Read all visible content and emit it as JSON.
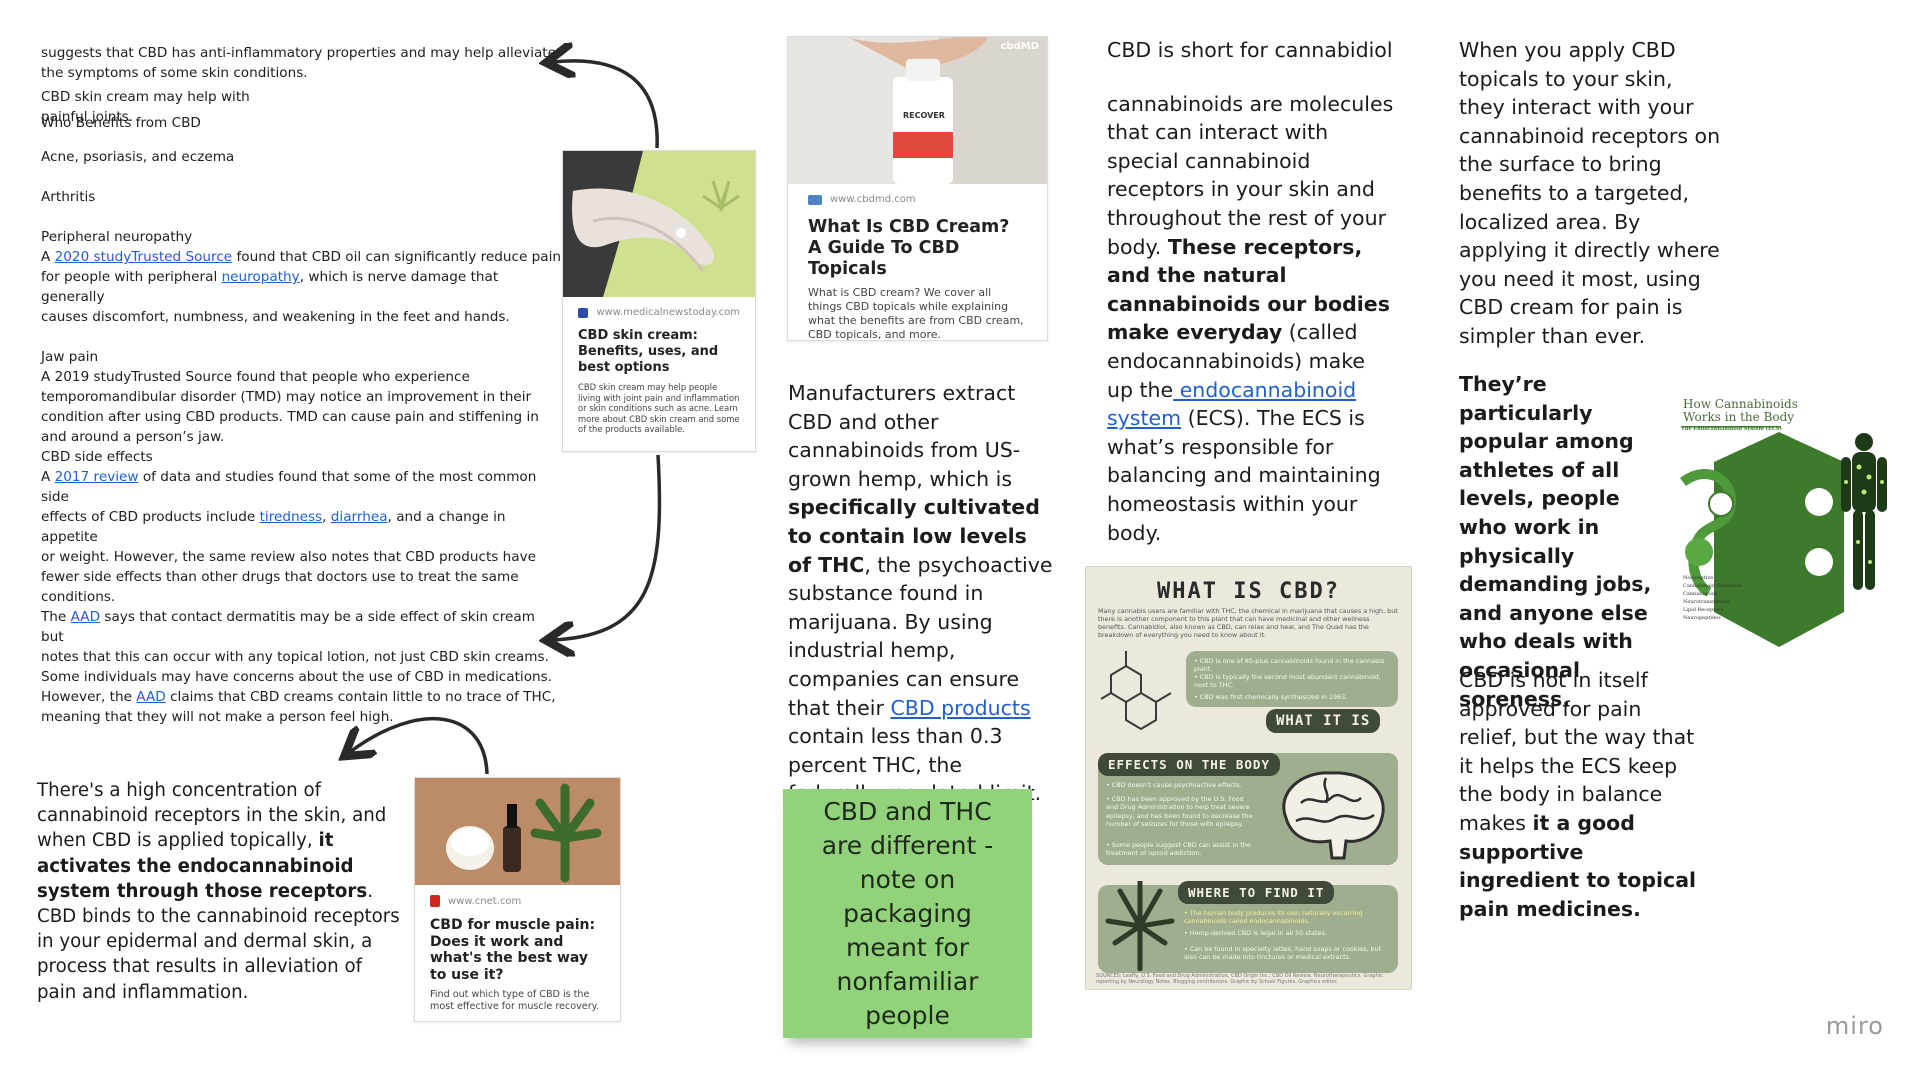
{
  "board": {
    "watermark": "miro"
  },
  "article_left": {
    "line_1": "suggests that CBD has anti-inflammatory properties and may help alleviate",
    "line_2": "the symptoms of some skin conditions.",
    "cream_line_1": "CBD skin cream may help with",
    "cream_line_2": "painful joints.",
    "who_benefits": "Who Benefits from CBD",
    "acne": "Acne, psoriasis, and eczema",
    "arthritis": "Arthritis",
    "neuropathy_heading": "Peripheral neuropathy",
    "np_a": "A ",
    "np_link": "2020 studyTrusted Source",
    "np_b": " found that CBD oil can significantly reduce pain",
    "np_c": "for people with peripheral ",
    "np_link2": "neuropathy",
    "np_d": ", which is nerve damage that generally",
    "np_e": "causes discomfort, numbness, and weakening in the feet and hands.",
    "jaw_heading": "Jaw pain",
    "jaw_1": "A 2019 studyTrusted Source found that people who experience",
    "jaw_2": "temporomandibular disorder (TMD) may notice an improvement in their",
    "jaw_3": "condition after using CBD products. TMD can cause pain and stiffening in",
    "jaw_4": "and around a person’s jaw.",
    "side_heading": "CBD side effects",
    "se_a": "A ",
    "se_link": "2017 review",
    "se_b": " of data and studies found that some of the most common side",
    "se_c": "effects of CBD products include ",
    "se_link2": "tiredness",
    "se_comma": ", ",
    "se_link3": "diarrhea",
    "se_d": ", and a change in appetite",
    "se_e": "or weight. However, the same review also notes that CBD products have",
    "se_f": "fewer side effects than other drugs that doctors use to treat the same",
    "se_g": "conditions.",
    "aad_a": "The ",
    "aad_link": "AAD",
    "aad_b": " says that contact dermatitis may be a side effect of skin cream but",
    "aad_c": "notes that this can occur with any topical lotion, not just CBD skin creams.",
    "aad_d": "Some individuals may have concerns about the use of CBD in medications.",
    "aad_e": "However, the ",
    "aad_link2": "AAD",
    "aad_f": " claims that CBD creams contain little to no trace of THC,",
    "aad_g": "meaning that they will not make a person feel high."
  },
  "card_mnt": {
    "source": "www.medicalnewstoday.com",
    "title": "CBD skin cream: Benefits, uses, and best options",
    "description": "CBD skin cream may help people living with joint pain and inflammation or skin conditions such as acne. Learn more about CBD skin cream and some of the products available."
  },
  "card_cbdmd": {
    "brand": "cbdMD",
    "product_label": "RECOVER",
    "source": "www.cbdmd.com",
    "title": "What Is CBD Cream? A Guide To CBD Topicals",
    "description": "What is CBD cream? We cover all things CBD topicals while explaining what the benefits are from CBD cream, CBD topicals, and more."
  },
  "card_cnet": {
    "source": "www.cnet.com",
    "title": "CBD for muscle pain: Does it work and what's the best way to use it?",
    "description": "Find out which type of CBD is the most effective for muscle recovery."
  },
  "receptors_text": {
    "a": "There's a high concentration of cannabinoid receptors in the skin, and when CBD is applied topically, ",
    "b": "it activates the endocannabinoid system through those receptors",
    "c": ". CBD binds to the cannabinoid receptors in your epidermal and dermal skin, a process that results in alleviation of pain and inflammation."
  },
  "manufacturers_text": {
    "a": "Manufacturers extract CBD and other cannabinoids from US-grown hemp, which is ",
    "b": "specifically cultivated to contain low levels of THC",
    "c": ", the psychoactive substance found in marijuana. By using industrial hemp, companies can ensure that their ",
    "link": "CBD products",
    "d": " contain less than 0.3 percent THC, the federally regulated limit."
  },
  "sticky_note": {
    "text": "CBD and THC are different - note on packaging meant for nonfamiliar people"
  },
  "cbd_intro": {
    "short": "CBD is short for cannabidiol",
    "a": "cannabinoids are molecules that can interact with special cannabinoid receptors in your skin and throughout the rest of your body. ",
    "b": "These receptors, and the natural cannabinoids our bodies make everyday",
    "c": " (called endocannabinoids) make up the",
    "link": " endocannabinoid system",
    "d": " (ECS). The ECS is what’s responsible for balancing and maintaining homeostasis within your body."
  },
  "infographic": {
    "title": "WHAT IS CBD?",
    "intro": "Many cannabis users are familiar with THC, the chemical in marijuana that causes a high, but there is another component to this plant that can have medicinal and other wellness benefits. Cannabidiol, also known as CBD, can relax and heal, and The Quad has the breakdown of everything you need to know about it.",
    "what_it_is": "WHAT IT IS",
    "what_bullets": [
      "• CBD is one of 85-plus cannabinoids found in the cannabis plant.",
      "• CBD is typically the second most abundant cannabinoid, next to THC.",
      "• CBD was first chemically synthesized in 1963."
    ],
    "effects": "EFFECTS ON THE BODY",
    "effects_bullets": [
      "• CBD doesn't cause psychoactive effects.",
      "• CBD has been approved by the U.S. Food and Drug Administration to help treat severe epilepsy, and has been found to decrease the number of seizures for those with epilepsy.",
      "• Some people suggest CBD can assist in the treatment of opioid addiction."
    ],
    "where": "WHERE TO FIND IT",
    "where_bullets": [
      "• The human body produces its own naturally occurring cannabinoids called endocannabinoids.",
      "• Hemp-derived CBD is legal in all 50 states.",
      "• Can be found in specialty lattes, hand soaps or cookies, but also can be made into tinctures or medical extracts."
    ],
    "sources": "SOURCES: Leafly, U.S. Food and Drug Administration, CBD Origin Inc., CBD Oil Review, Neurotherapeutics. Graphic reporting by Neurology Notes. Blogging contributors. Graphic by School Figures. Graphics editor."
  },
  "topicals_text": {
    "a": "When you apply CBD topicals to your skin, they interact with your cannabinoid receptors on the surface to bring benefits to a targeted, localized area. By applying it directly where you need it most, using CBD cream for pain is simpler than ever.",
    "popular": "They’re particularly popular among athletes of all levels, people who work in physically demanding jobs, and anyone else who deals with occasional soreness.",
    "approved_a": "CBD is not in itself approved for pain relief, but the way that it helps the ECS keep the body in balance makes ",
    "approved_b": "it a good supportive ingredient to topical pain medicines."
  },
  "body_diagram": {
    "title": "How Cannabinoids Works in the Body",
    "subtitle": "The Endocannabinoid System (ECS)",
    "legend": [
      "Nociceptive",
      "Cannabinoid Receptors",
      "Cannabinoids",
      "Neurotransmitters",
      "Lipid Receptors",
      "Neuropeptides"
    ]
  },
  "colors": {
    "link": "#1f5fd1",
    "sticky": "#92d27a",
    "infographic_bg": "#ebe9dc",
    "infographic_panel": "#9fae8e",
    "infographic_tag": "#3f4a3a",
    "diagram_green": "#3d7a2c",
    "arrow": "#2a2a2a"
  }
}
